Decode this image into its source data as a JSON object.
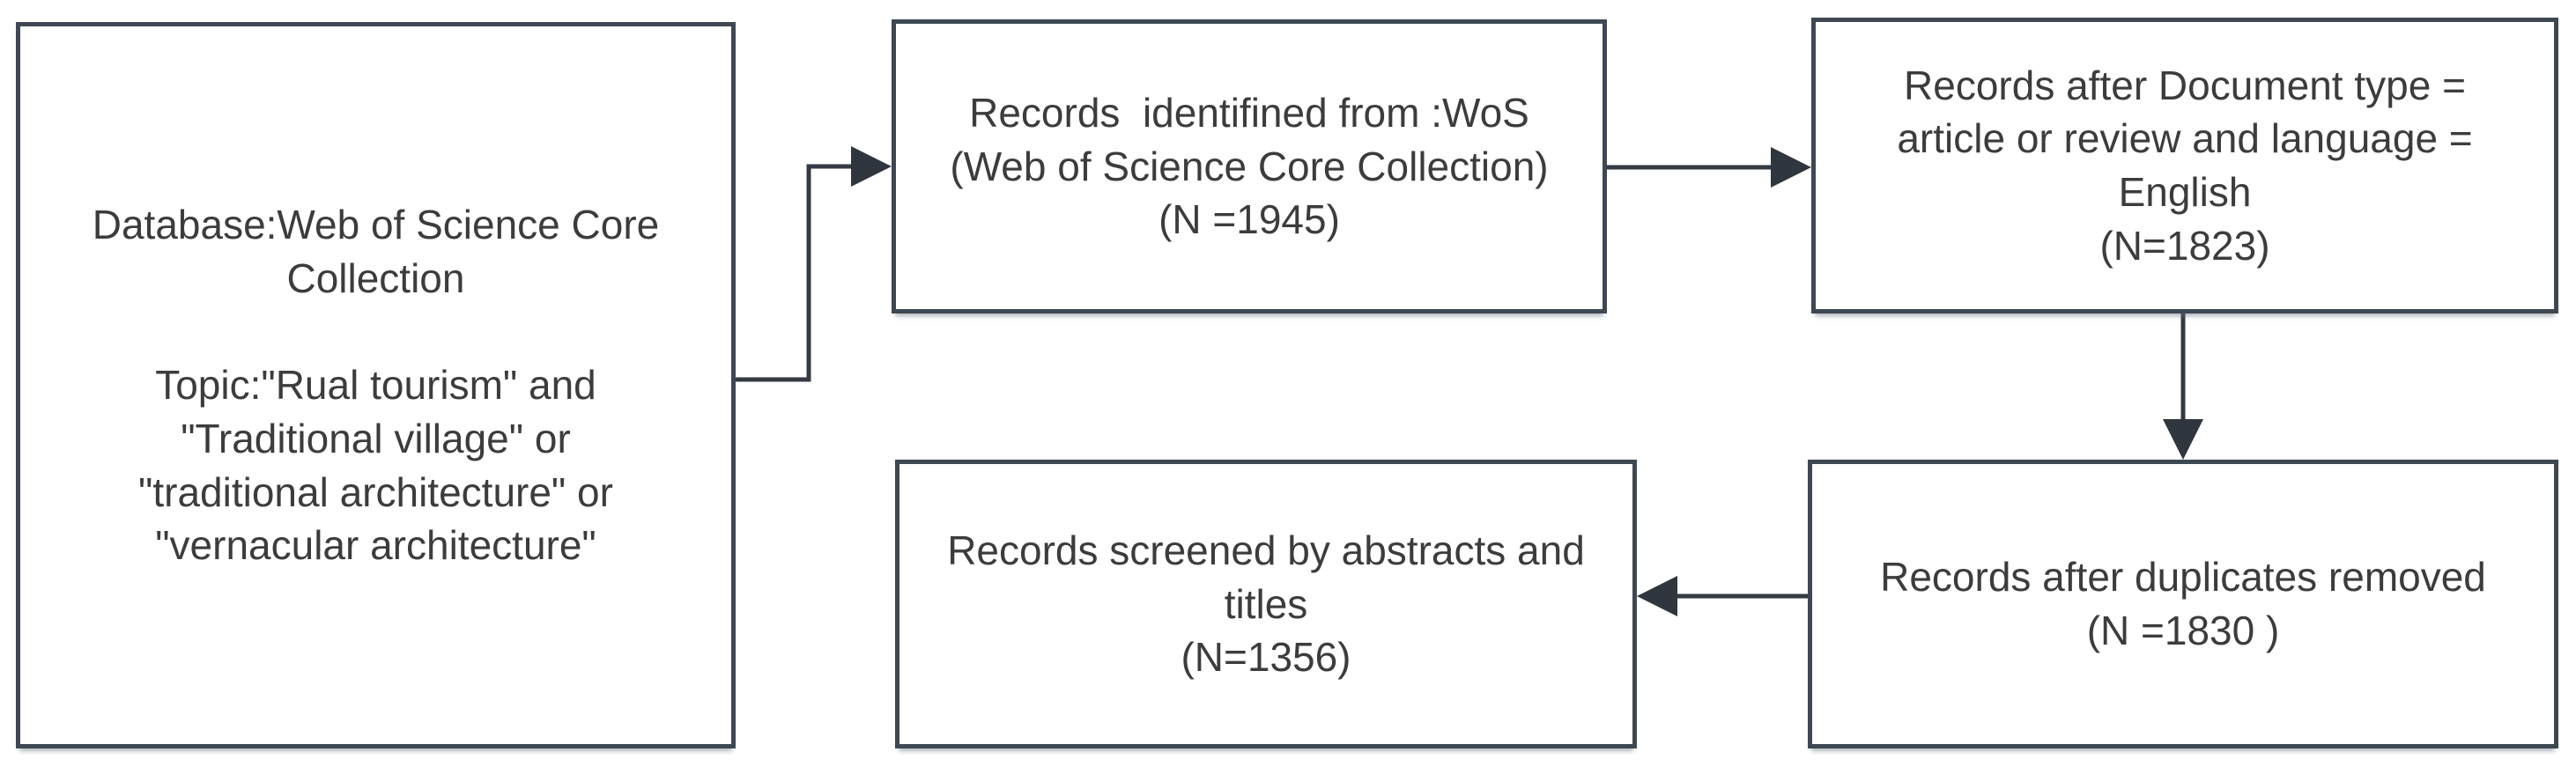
{
  "diagram": {
    "type": "flowchart",
    "background_color": "#ffffff",
    "box_border_color": "#3e4852",
    "connector_color": "#343b42",
    "text_color": "#3c3c3c",
    "nodes": {
      "database": {
        "text": "Database:Web of Science Core\nCollection\n\nTopic:\"Rual tourism\" and\n\"Traditional village\" or\n\"traditional architecture\" or\n\"vernacular architecture\""
      },
      "identified": {
        "text": "Records  identifined from :WoS\n(Web of Science Core Collection)\n(N =1945)",
        "count": 1945
      },
      "filtered": {
        "text": "Records after Document type =\narticle or review and language =\nEnglish\n(N=1823)",
        "count": 1823
      },
      "dedup": {
        "text": "Records after duplicates removed\n(N =1830 )",
        "count": 1830
      },
      "screened": {
        "text": "Records screened by abstracts and\ntitles\n(N=1356)",
        "count": 1356
      }
    },
    "edges": [
      {
        "from": "database",
        "to": "identified",
        "shape": "elbow",
        "direction": "right"
      },
      {
        "from": "identified",
        "to": "filtered",
        "shape": "straight",
        "direction": "right"
      },
      {
        "from": "filtered",
        "to": "dedup",
        "shape": "straight",
        "direction": "down"
      },
      {
        "from": "dedup",
        "to": "screened",
        "shape": "straight",
        "direction": "left"
      }
    ]
  }
}
